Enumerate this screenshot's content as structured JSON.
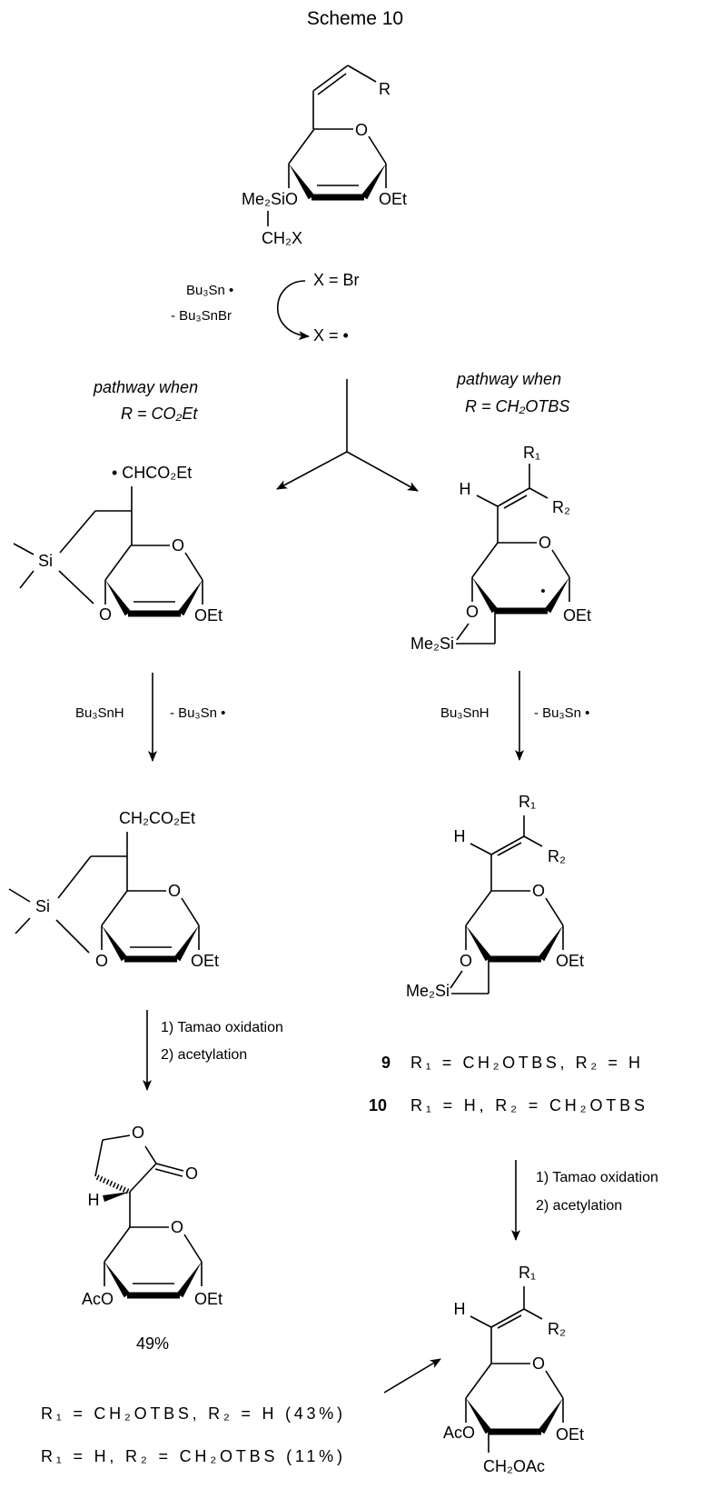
{
  "title": "Scheme 10",
  "start": {
    "R": "R",
    "o_ring": "O",
    "oet": "OEt",
    "silyl": "Me₂SiO",
    "ch2x": "CH₂X"
  },
  "step1": {
    "reagent1": "Bu₃Sn •",
    "reagent2": "- Bu₃SnBr",
    "x_before": "X = Br",
    "x_after": "X = •"
  },
  "pathways": {
    "left": {
      "line1": "pathway when",
      "line2": "R = CO₂Et"
    },
    "right": {
      "line1": "pathway when",
      "line2": "R = CH₂OTBS"
    }
  },
  "radical_left": {
    "side": "• CHCO₂Et",
    "si": "Si",
    "o_ring": "O",
    "o_bridge": "O",
    "oet": "OEt"
  },
  "radical_right": {
    "r1": "R₁",
    "r2": "R₂",
    "h": "H",
    "o_ring": "O",
    "o_bridge": "O",
    "oet": "OEt",
    "si": "Me₂Si",
    "dot": "•"
  },
  "step2_left": {
    "reagent": "Bu₃SnH",
    "byproduct": "- Bu₃Sn •"
  },
  "step2_right": {
    "reagent": "Bu₃SnH",
    "byproduct": "- Bu₃Sn •"
  },
  "product_left": {
    "side": "CH₂CO₂Et",
    "si": "Si",
    "o_ring": "O",
    "o_bridge": "O",
    "oet": "OEt"
  },
  "product_right": {
    "r1": "R₁",
    "r2": "R₂",
    "h": "H",
    "o_ring": "O",
    "o_bridge": "O",
    "oet": "OEt",
    "si": "Me₂Si",
    "compounds": [
      {
        "num": "9",
        "desc": "R₁ = CH₂OTBS,  R₂ = H"
      },
      {
        "num": "10",
        "desc": "R₁ = H,  R₂ = CH₂OTBS"
      }
    ]
  },
  "step3_left": {
    "step1": "1) Tamao oxidation",
    "step2": "2) acetylation"
  },
  "step3_right": {
    "step1": "1) Tamao oxidation",
    "step2": "2) acetylation"
  },
  "lactone": {
    "o_lactone": "O",
    "o_carbonyl": "O",
    "h": "H",
    "o_ring": "O",
    "aco": "AcO",
    "oet": "OEt",
    "yield": "49%"
  },
  "final": {
    "r1": "R₁",
    "r2": "R₂",
    "h": "H",
    "o_ring": "O",
    "aco": "AcO",
    "oet": "OEt",
    "ch2oac": "CH₂OAc",
    "yields": [
      "R₁ = CH₂OTBS,  R₂ = H  (43%)",
      "R₁ = H,  R₂ = CH₂OTBS (11%)"
    ]
  }
}
